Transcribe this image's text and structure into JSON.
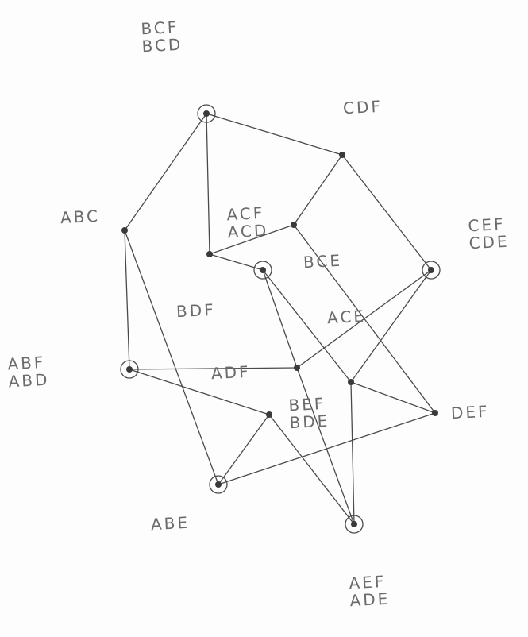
{
  "colors": {
    "ink": "#4a4a4a",
    "pencil": "#6b6b6b",
    "paper": "#fdfdfd"
  },
  "vertices": [
    {
      "id": "v1",
      "circled": true
    },
    {
      "id": "v2",
      "circled": false
    },
    {
      "id": "v3",
      "circled": false
    },
    {
      "id": "v4",
      "circled": false
    },
    {
      "id": "v5",
      "circled": true
    },
    {
      "id": "v6",
      "circled": true
    },
    {
      "id": "v7",
      "circled": false
    },
    {
      "id": "v8",
      "circled": true
    },
    {
      "id": "v9",
      "circled": true
    },
    {
      "id": "v10",
      "circled": false
    },
    {
      "id": "v11",
      "circled": false
    },
    {
      "id": "v12",
      "circled": false
    },
    {
      "id": "v13",
      "circled": false
    },
    {
      "id": "v14",
      "circled": true
    }
  ],
  "edges": [
    [
      "v1",
      "v2"
    ],
    [
      "v1",
      "v3"
    ],
    [
      "v1",
      "v4"
    ],
    [
      "v2",
      "v5"
    ],
    [
      "v2",
      "v6"
    ],
    [
      "v3",
      "v7"
    ],
    [
      "v3",
      "v8"
    ],
    [
      "v4",
      "v7"
    ],
    [
      "v4",
      "v9"
    ],
    [
      "v5",
      "v10"
    ],
    [
      "v5",
      "v11"
    ],
    [
      "v6",
      "v11"
    ],
    [
      "v6",
      "v12"
    ],
    [
      "v7",
      "v12"
    ],
    [
      "v8",
      "v10"
    ],
    [
      "v8",
      "v13"
    ],
    [
      "v9",
      "v10"
    ],
    [
      "v9",
      "v13"
    ],
    [
      "v10",
      "v14"
    ],
    [
      "v11",
      "v14"
    ],
    [
      "v12",
      "v13"
    ],
    [
      "v13",
      "v14"
    ]
  ],
  "labels": {
    "top_left": [
      "BCF",
      "BCD"
    ],
    "top_right": [
      "CDF"
    ],
    "abc": [
      "ABC"
    ],
    "acf_acd": [
      "ACF",
      "ACD"
    ],
    "bce": [
      "BCE"
    ],
    "right": [
      "CEF",
      "CDE"
    ],
    "bdf": [
      "BDF"
    ],
    "ace": [
      "ACE"
    ],
    "left": [
      "ABF",
      "ABD"
    ],
    "adf": [
      "ADF"
    ],
    "bef_bde": [
      "BEF",
      "BDE"
    ],
    "def": [
      "DEF"
    ],
    "abe": [
      "ABE"
    ],
    "bottom": [
      "AEF",
      "ADE"
    ]
  }
}
